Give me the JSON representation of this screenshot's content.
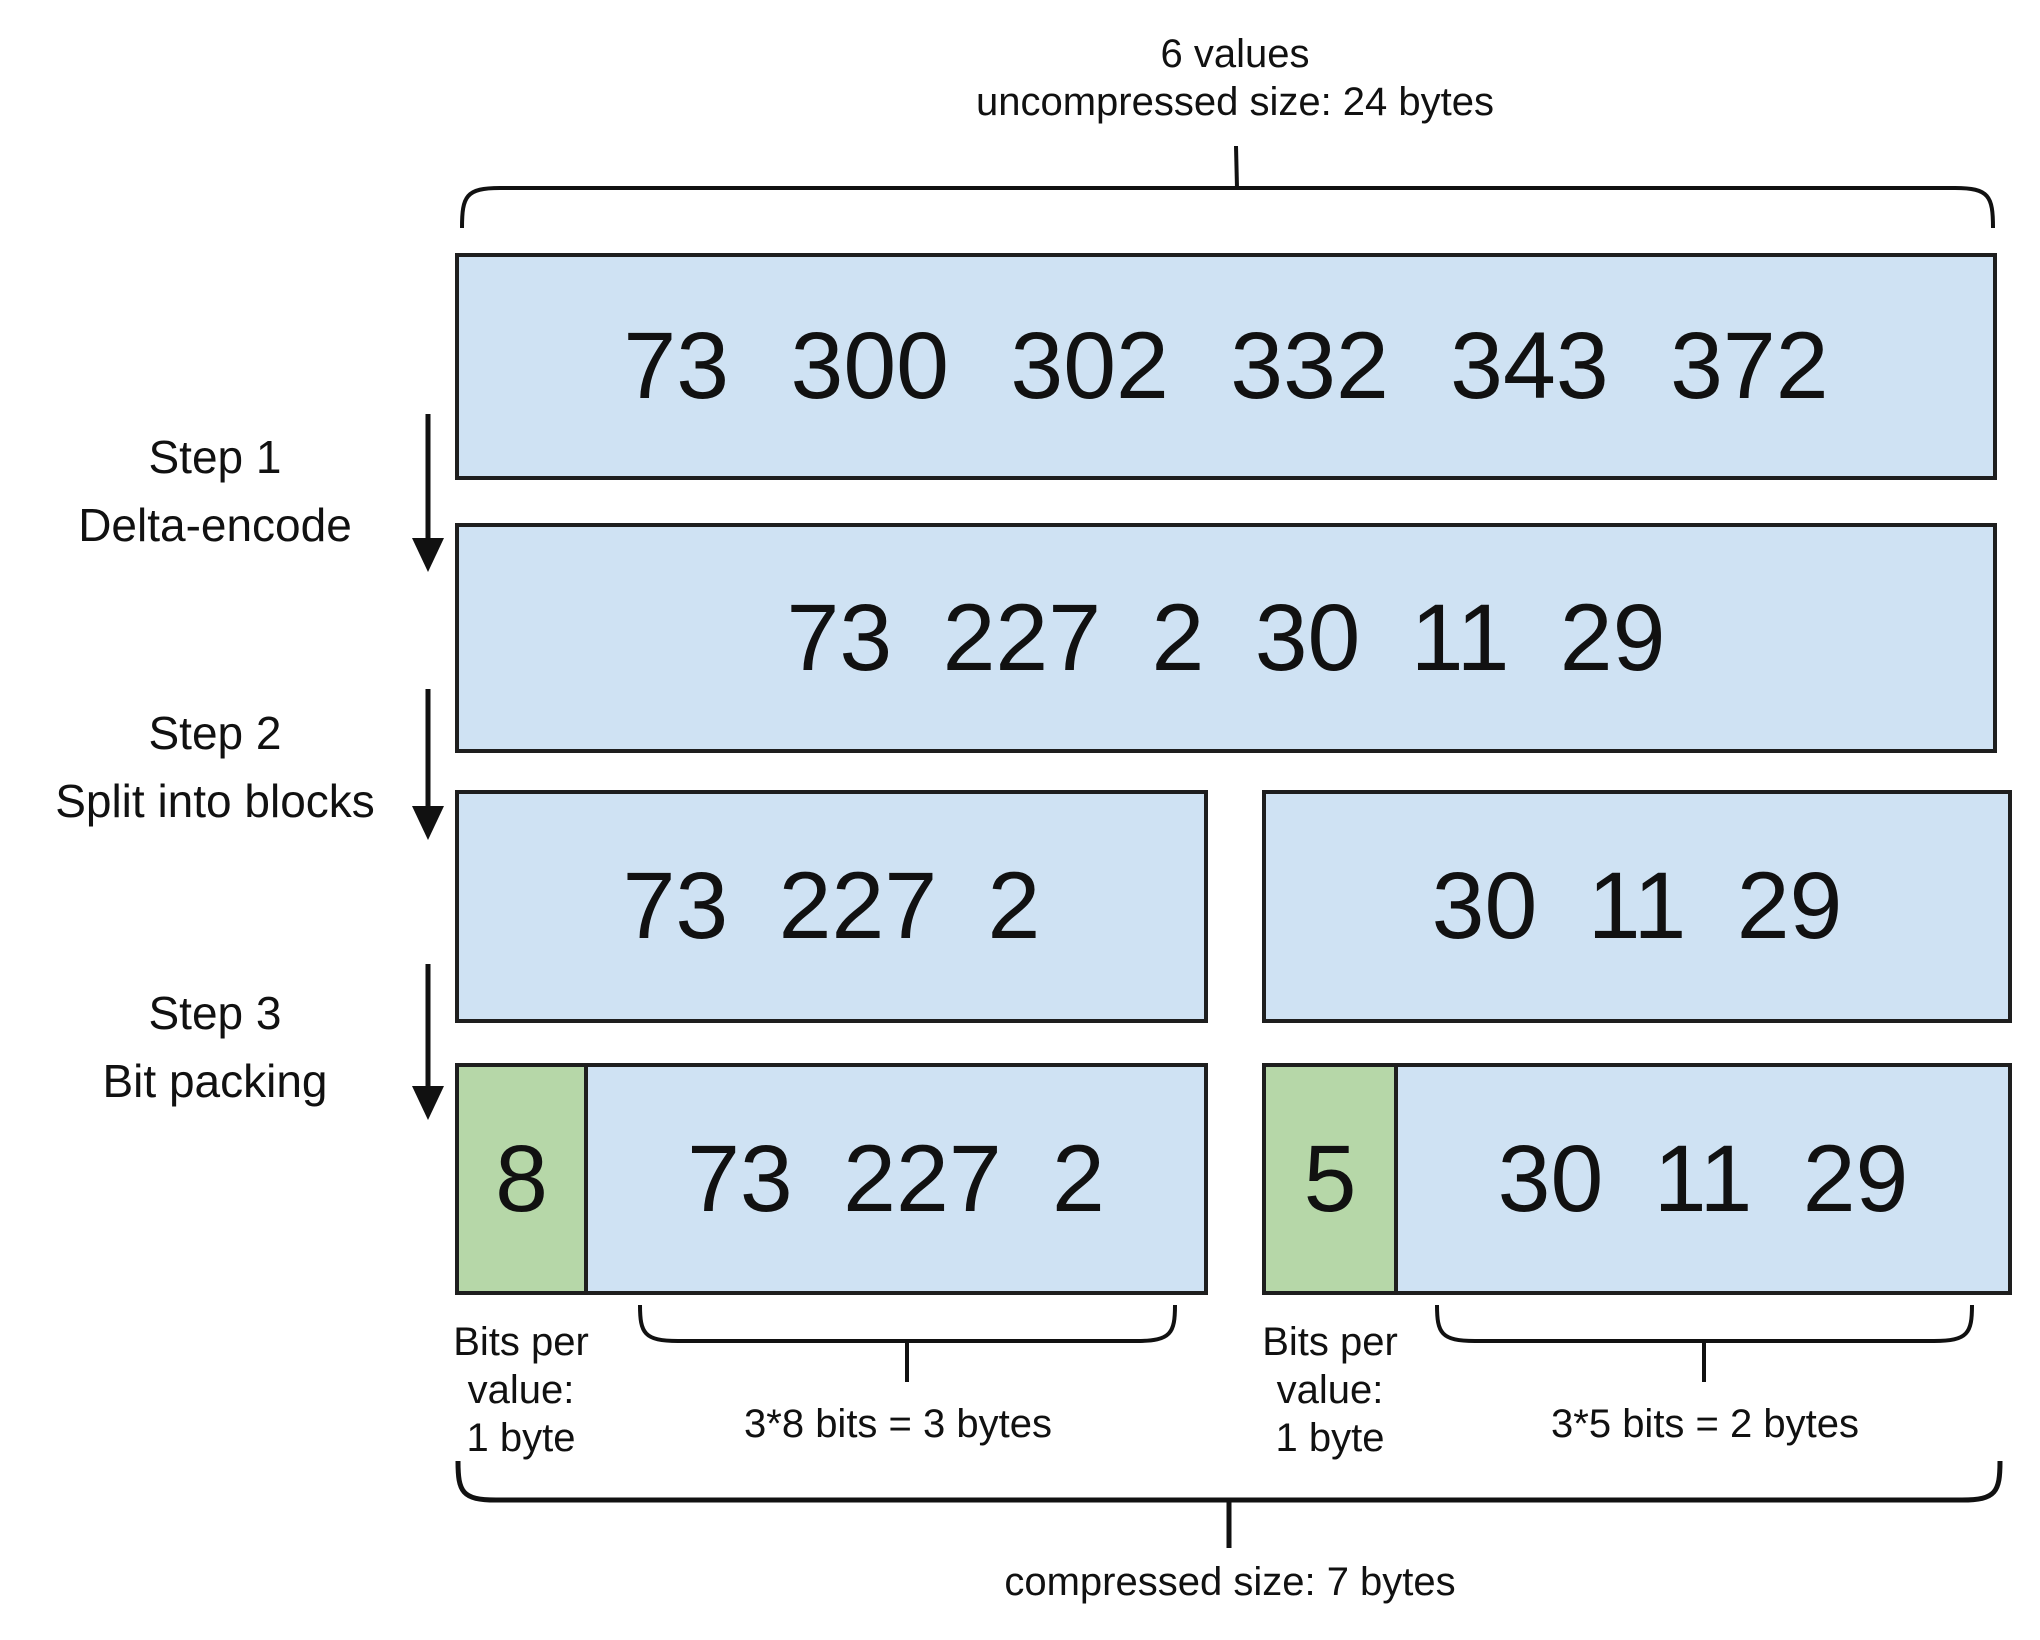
{
  "colors": {
    "box_fill_blue": "#cfe2f3",
    "box_fill_green": "#b6d7a8",
    "box_border": "#1e1e1e",
    "line": "#111111",
    "text": "#111111",
    "background": "#ffffff"
  },
  "top_annotation": {
    "line1": "6 values",
    "line2": "uncompressed size: 24 bytes"
  },
  "steps": [
    {
      "title": "Step 1",
      "subtitle": "Delta-encode"
    },
    {
      "title": "Step 2",
      "subtitle": "Split into blocks"
    },
    {
      "title": "Step 3",
      "subtitle": "Bit packing"
    }
  ],
  "arrays": {
    "original": "73 300 302 332 343 372",
    "delta": "73 227 2 30 11 29",
    "block_left": "73 227 2",
    "block_right": "30 11 29",
    "packed_left": {
      "bits_per_value": "8",
      "values": "73 227 2"
    },
    "packed_right": {
      "bits_per_value": "5",
      "values": "30 11 29"
    }
  },
  "bottom_annotations": {
    "bits_label_left": [
      "Bits per",
      "value:",
      "1 byte"
    ],
    "bytes_label_left": "3*8 bits = 3 bytes",
    "bits_label_right": [
      "Bits per",
      "value:",
      "1 byte"
    ],
    "bytes_label_right": "3*5 bits = 2 bytes",
    "compressed": "compressed size: 7 bytes"
  }
}
